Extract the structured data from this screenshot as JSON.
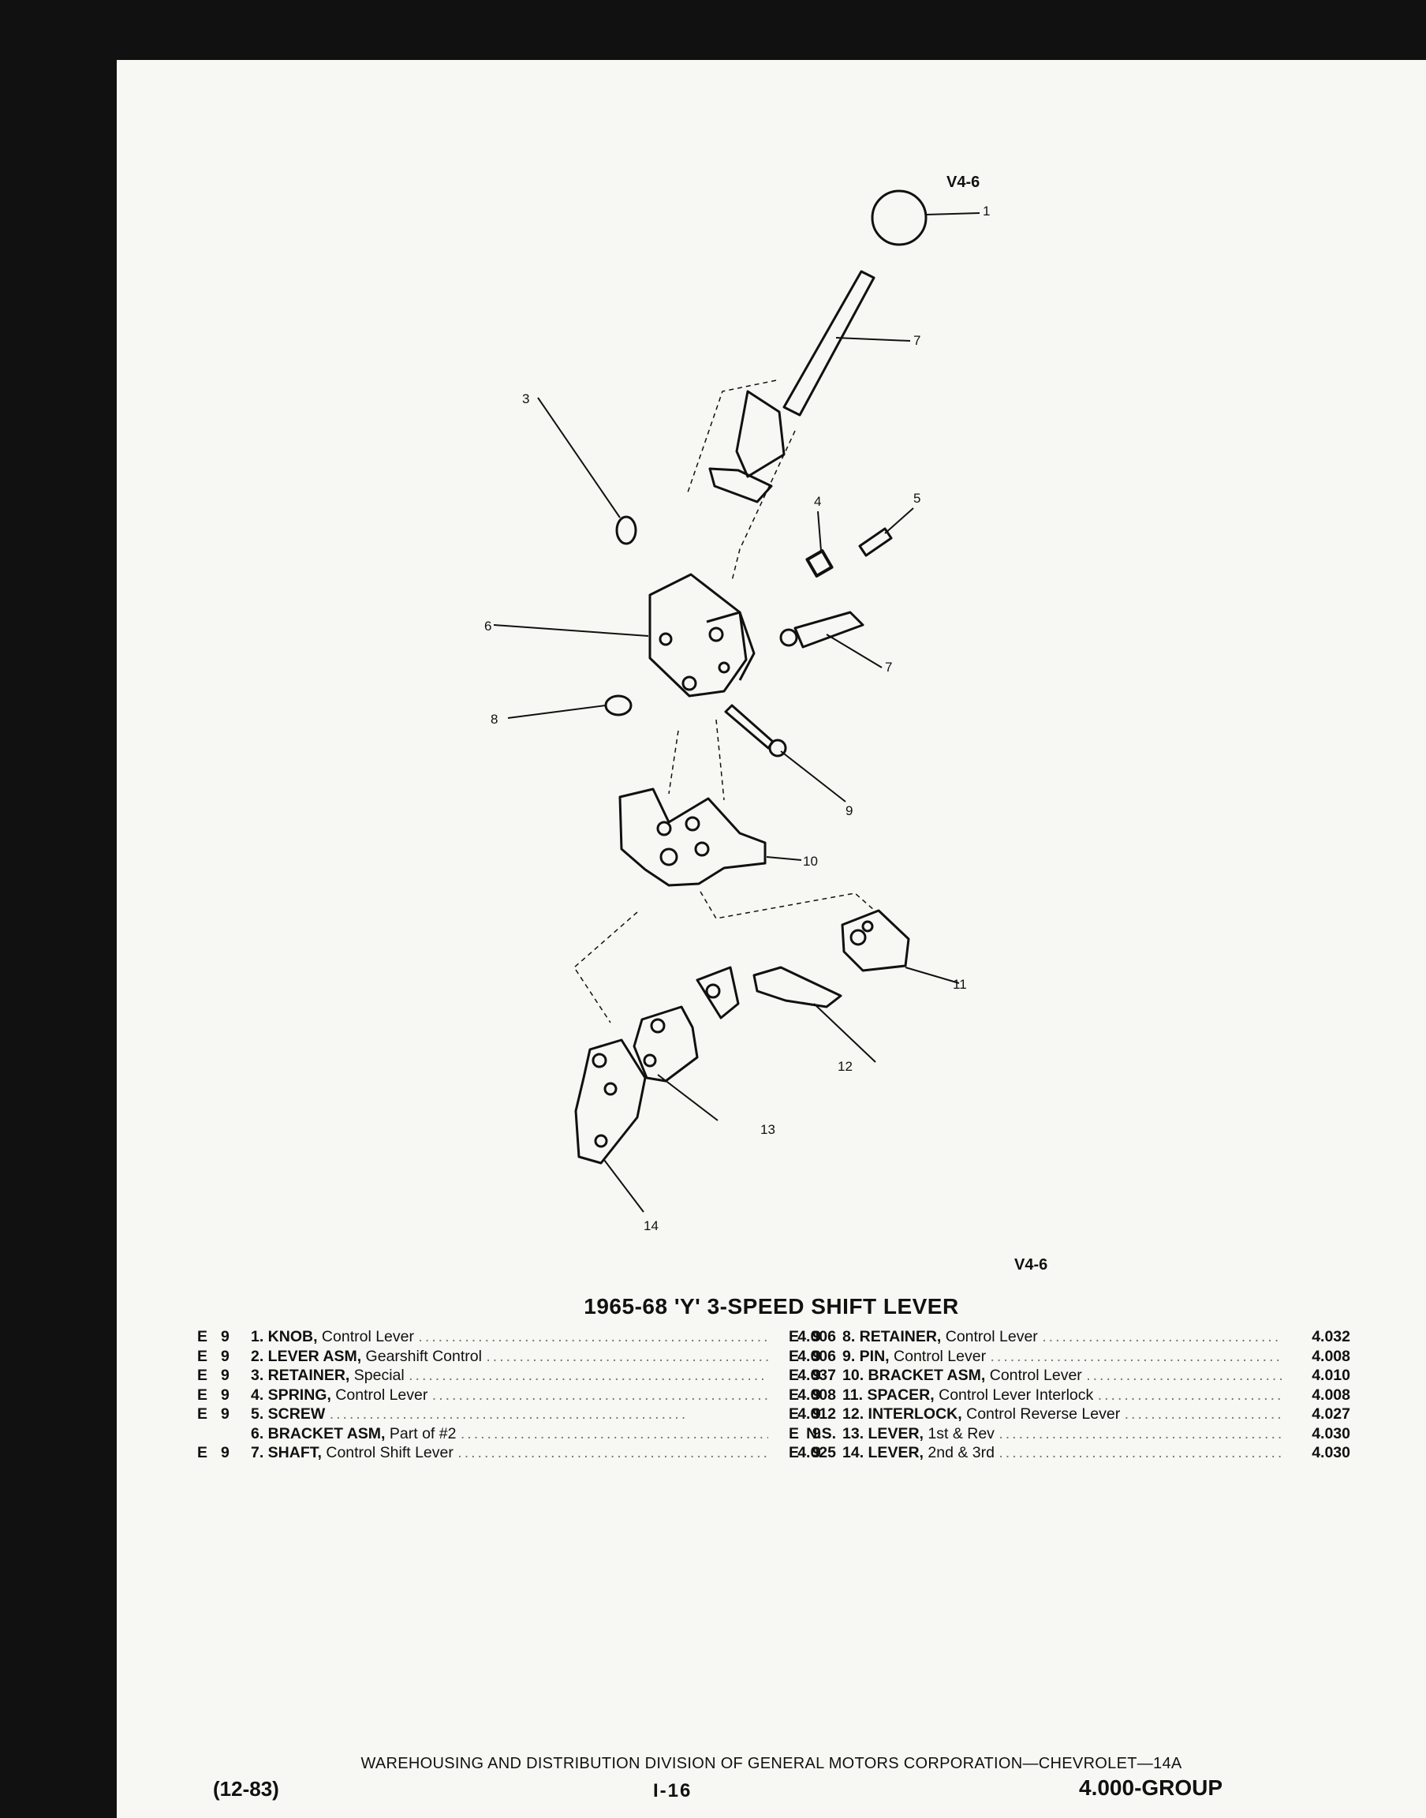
{
  "diagram": {
    "code_top": "V4-6",
    "code_bottom": "V4-6",
    "callouts": {
      "c1": "1",
      "c2": "7",
      "c3": "3",
      "c4": "4",
      "c5": "5",
      "c6": "6",
      "c7": "7",
      "c8": "8",
      "c9": "9",
      "c10": "10",
      "c11": "11",
      "c12": "12",
      "c13": "13",
      "c14": "14"
    }
  },
  "title": "1965-68 'Y' 3-SPEED SHIFT LEVER",
  "parts_left": [
    {
      "code": "E",
      "qty": "9",
      "name": "1. KNOB,",
      "desc": " Control Lever",
      "group": "4.006"
    },
    {
      "code": "E",
      "qty": "9",
      "name": "2. LEVER ASM,",
      "desc": " Gearshift Control",
      "group": "4.006"
    },
    {
      "code": "E",
      "qty": "9",
      "name": "3. RETAINER,",
      "desc": " Special",
      "group": "4.037"
    },
    {
      "code": "E",
      "qty": "9",
      "name": "4. SPRING,",
      "desc": " Control Lever",
      "group": "4.008"
    },
    {
      "code": "E",
      "qty": "9",
      "name": "5. SCREW",
      "desc": "",
      "group": "4.012"
    },
    {
      "code": "",
      "qty": "",
      "name": "6. BRACKET ASM,",
      "desc": " Part of #2",
      "group": "N.S."
    },
    {
      "code": "E",
      "qty": "9",
      "name": "7. SHAFT,",
      "desc": " Control Shift Lever",
      "group": "4.025"
    }
  ],
  "parts_right": [
    {
      "code": "E",
      "qty": "9",
      "name": "8. RETAINER,",
      "desc": " Control Lever",
      "group": "4.032"
    },
    {
      "code": "E",
      "qty": "9",
      "name": "9. PIN,",
      "desc": " Control Lever",
      "group": "4.008"
    },
    {
      "code": "E",
      "qty": "9",
      "name": "10. BRACKET ASM,",
      "desc": " Control Lever",
      "group": "4.010"
    },
    {
      "code": "E",
      "qty": "9",
      "name": "11. SPACER,",
      "desc": " Control Lever Interlock",
      "group": "4.008"
    },
    {
      "code": "E",
      "qty": "9",
      "name": "12. INTERLOCK,",
      "desc": " Control Reverse Lever",
      "group": "4.027"
    },
    {
      "code": "E",
      "qty": "9",
      "name": "13. LEVER,",
      "desc": " 1st & Rev",
      "group": "4.030"
    },
    {
      "code": "E",
      "qty": "9",
      "name": "14. LEVER,",
      "desc": " 2nd & 3rd",
      "group": "4.030"
    }
  ],
  "footer": {
    "division": "WAREHOUSING AND DISTRIBUTION DIVISION OF GENERAL MOTORS CORPORATION—CHEVROLET—14A",
    "date": "(12-83)",
    "page": "I-16",
    "group": "4.000-GROUP"
  }
}
